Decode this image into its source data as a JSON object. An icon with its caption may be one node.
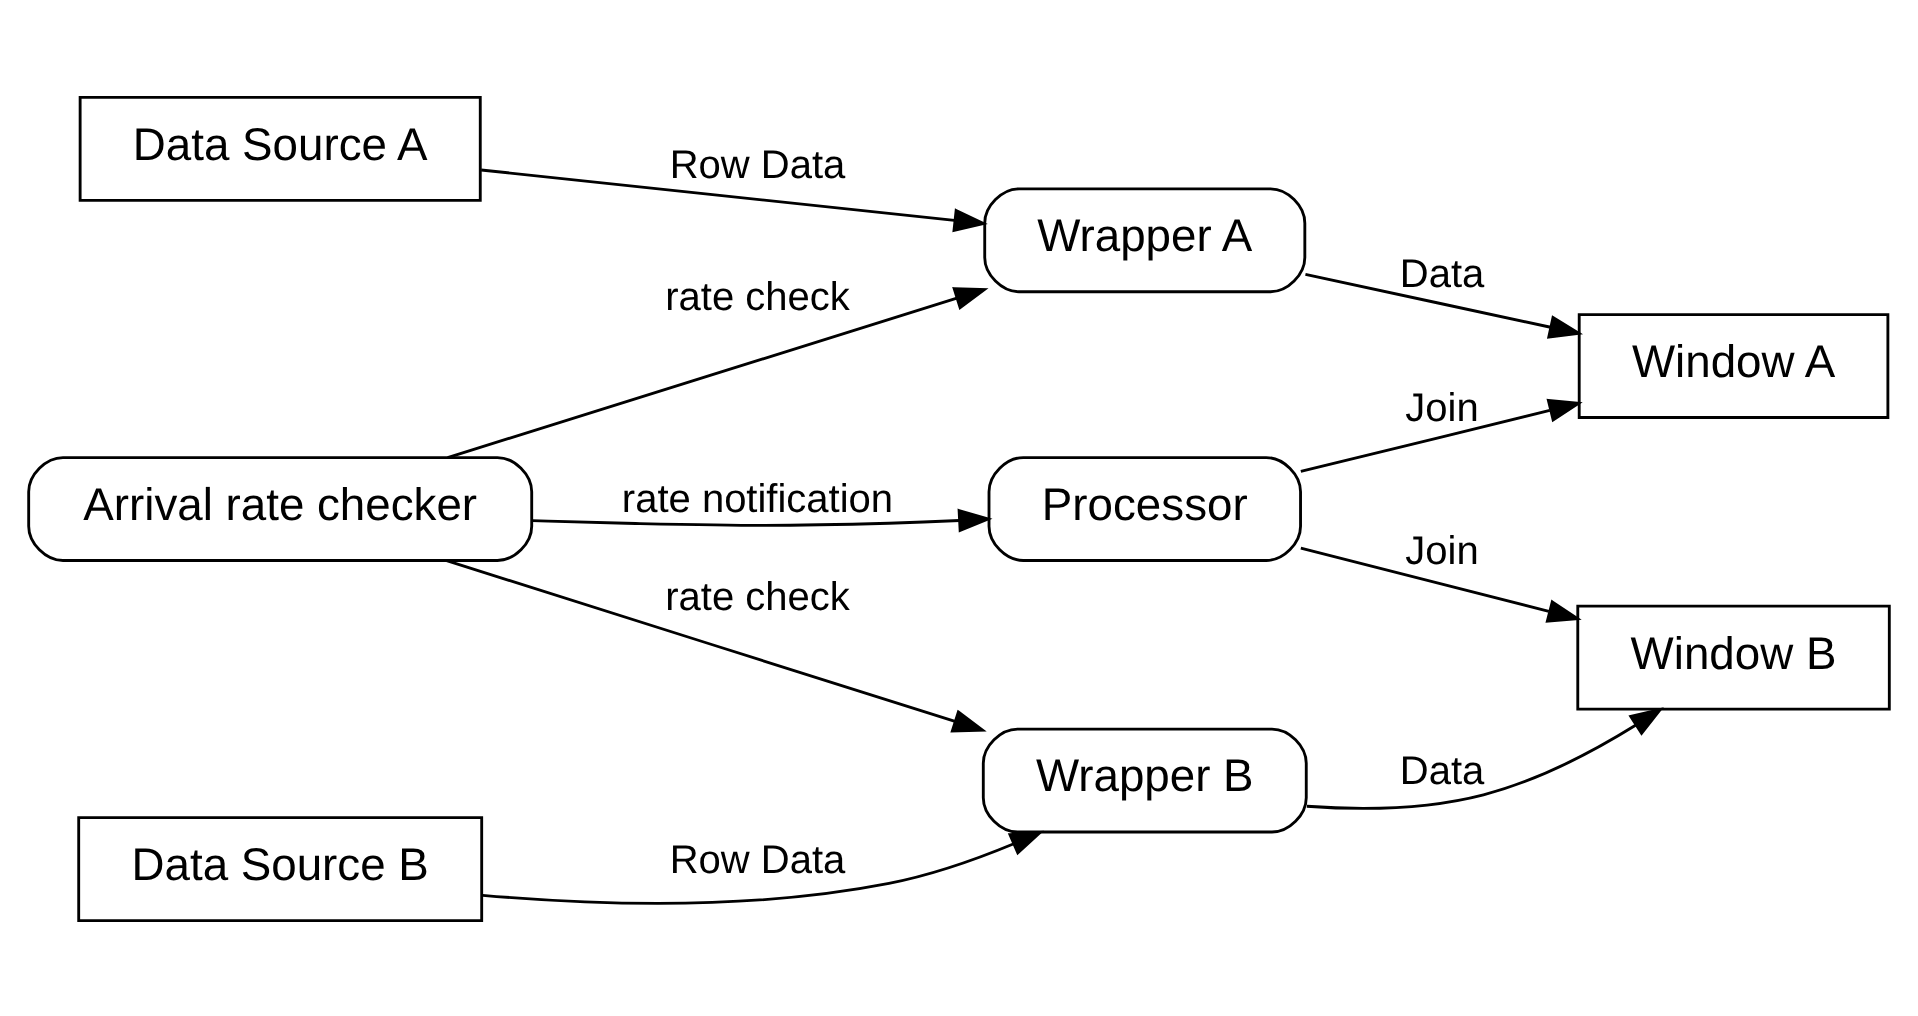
{
  "diagram": {
    "nodes": [
      {
        "text": [
          "Data Source A"
        ]
      },
      {
        "text": [
          "Wrapper A"
        ]
      },
      {
        "text": [
          "Window A"
        ]
      },
      {
        "text": [
          "Arrival rate checker"
        ]
      },
      {
        "text": [
          "Processor"
        ]
      },
      {
        "text": [
          "Data Source B"
        ]
      },
      {
        "text": [
          "Wrapper B"
        ]
      },
      {
        "text": [
          "Window B"
        ]
      }
    ],
    "edges": [
      {
        "from": 0,
        "to": 1,
        "arrow": "to",
        "label": "Row Data"
      },
      {
        "from": 1,
        "to": 2,
        "arrow": "to",
        "label": "Data"
      },
      {
        "from": 3,
        "to": 1,
        "arrow": "to",
        "label": "rate check"
      },
      {
        "from": 3,
        "to": 4,
        "arrow": "to",
        "label": "rate notification"
      },
      {
        "from": 3,
        "to": 6,
        "arrow": "to",
        "label": "rate check"
      },
      {
        "from": 4,
        "to": 2,
        "arrow": "to",
        "label": "Join"
      },
      {
        "from": 4,
        "to": 7,
        "arrow": "to",
        "label": "Join"
      },
      {
        "from": 5,
        "to": 6,
        "arrow": "to",
        "label": "Row Data"
      },
      {
        "from": 6,
        "to": 7,
        "arrow": "to",
        "label": "Data"
      }
    ]
  }
}
